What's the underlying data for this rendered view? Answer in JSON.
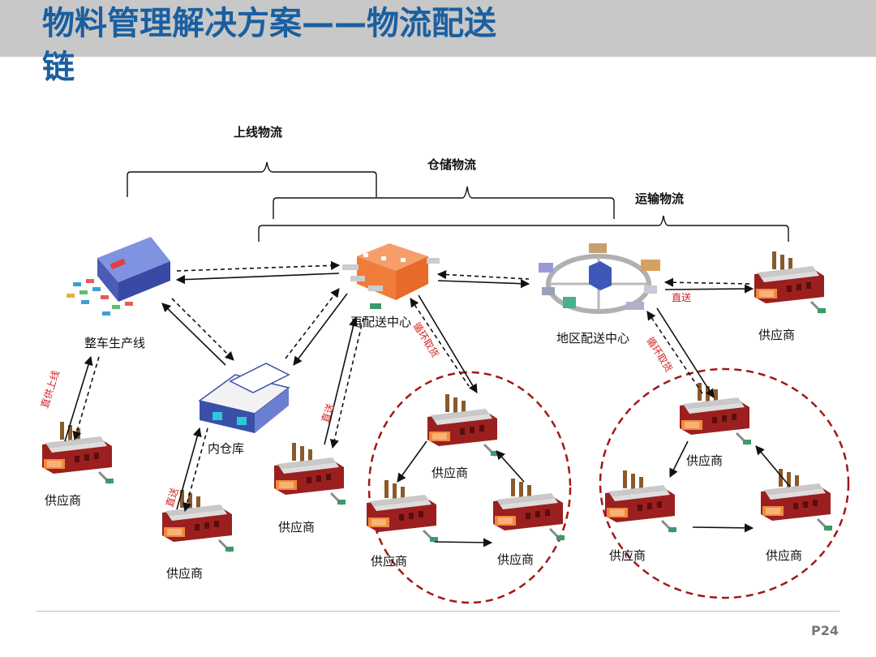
{
  "title": {
    "line1": "物料管理解决方案——物流配送",
    "line2": "链"
  },
  "brackets": {
    "online": "上线物流",
    "storage": "仓储物流",
    "transport": "运输物流"
  },
  "nodes": {
    "assembly_line": "整车生产线",
    "inner_warehouse": "内仓库",
    "redistribution_center": "再配送中心",
    "regional_center": "地区配送中心",
    "supplier": "供应商"
  },
  "edge_labels": {
    "direct_to_line": "直供上线",
    "direct": "直送",
    "milk_run": "循环取货"
  },
  "page": "P24",
  "colors": {
    "title": "#1a5fa0",
    "circle": "#a01818",
    "edge_red": "#d42020",
    "header_bg": "#c8c8c8"
  }
}
